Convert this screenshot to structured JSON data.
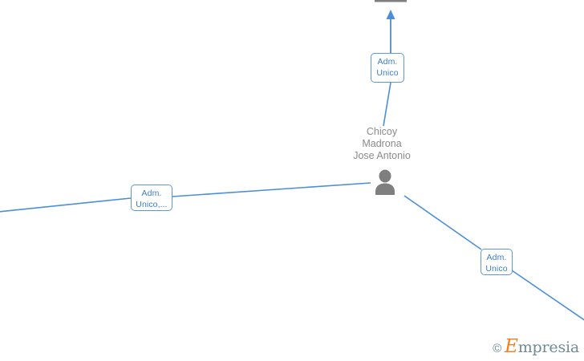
{
  "diagram": {
    "type": "corporate-relationship-graph",
    "background_color": "#ffffff",
    "edge_color": "#4a8fd8",
    "label_text_color": "#3d7cc9",
    "label_border_color": "#5b9bd5",
    "node_icon_color": "#7f7f7f",
    "person_label_color": "#8b8b8b",
    "nodes": [
      {
        "id": "company-top",
        "kind": "company",
        "icon": "building-icon",
        "label": ""
      },
      {
        "id": "person-center",
        "kind": "person",
        "icon": "person-icon",
        "label": "Chicoy\nMadrona\nJose Antonio"
      }
    ],
    "edges": [
      {
        "id": "edge-person-to-company",
        "from": "person-center",
        "to": "company-top",
        "arrow": true,
        "label": "Adm.\nUnico"
      },
      {
        "id": "edge-left",
        "from": "offscreen-left",
        "to": "person-center",
        "arrow": false,
        "label": "Adm.\nUnico,..."
      },
      {
        "id": "edge-bottom-right",
        "from": "person-center",
        "to": "offscreen-bottom-right",
        "arrow": false,
        "label": "Adm.\nUnico"
      }
    ]
  },
  "watermark": {
    "copyright_symbol": "©",
    "brand_initial": "E",
    "brand_rest": "mpresia"
  }
}
